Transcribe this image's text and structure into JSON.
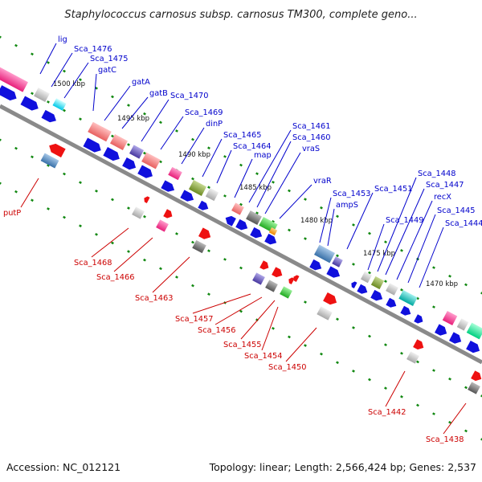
{
  "title": "Staphylococcus carnosus subsp. carnosus TM300, complete geno...",
  "footer": {
    "accession": "Accession: NC_012121",
    "summary": "Topology: linear; Length: 2,566,424 bp; Genes: 2,537"
  },
  "colors": {
    "top_label": "#0000cc",
    "bottom_label": "#cc0000",
    "top_arrow": "#1010dd",
    "bottom_arrow": "#ee1111",
    "backbone": "#8a8a8a",
    "tick": "#118811"
  },
  "kbp_ticks": [
    "1500 kbp",
    "1495 kbp",
    "1490 kbp",
    "1485 kbp",
    "1480 kbp",
    "1475 kbp",
    "1470 kbp"
  ],
  "top_labels": [
    "lig",
    "Sca_1476",
    "Sca_1475",
    "gatC",
    "gatA",
    "gatB",
    "Sca_1470",
    "Sca_1469",
    "dinP",
    "Sca_1465",
    "Sca_1464",
    "map",
    "Sca_1461",
    "Sca_1460",
    "vraS",
    "vraR",
    "Sca_1453",
    "ampS",
    "Sca_1451",
    "Sca_1448",
    "Sca_1447",
    "Sca_1449",
    "recX",
    "Sca_1445",
    "Sca_1444"
  ],
  "bottom_labels": [
    "putP",
    "Sca_1468",
    "Sca_1466",
    "Sca_1463",
    "Sca_1457",
    "Sca_1456",
    "Sca_1455",
    "Sca_1454",
    "Sca_1450",
    "Sca_1442",
    "Sca_1438"
  ]
}
